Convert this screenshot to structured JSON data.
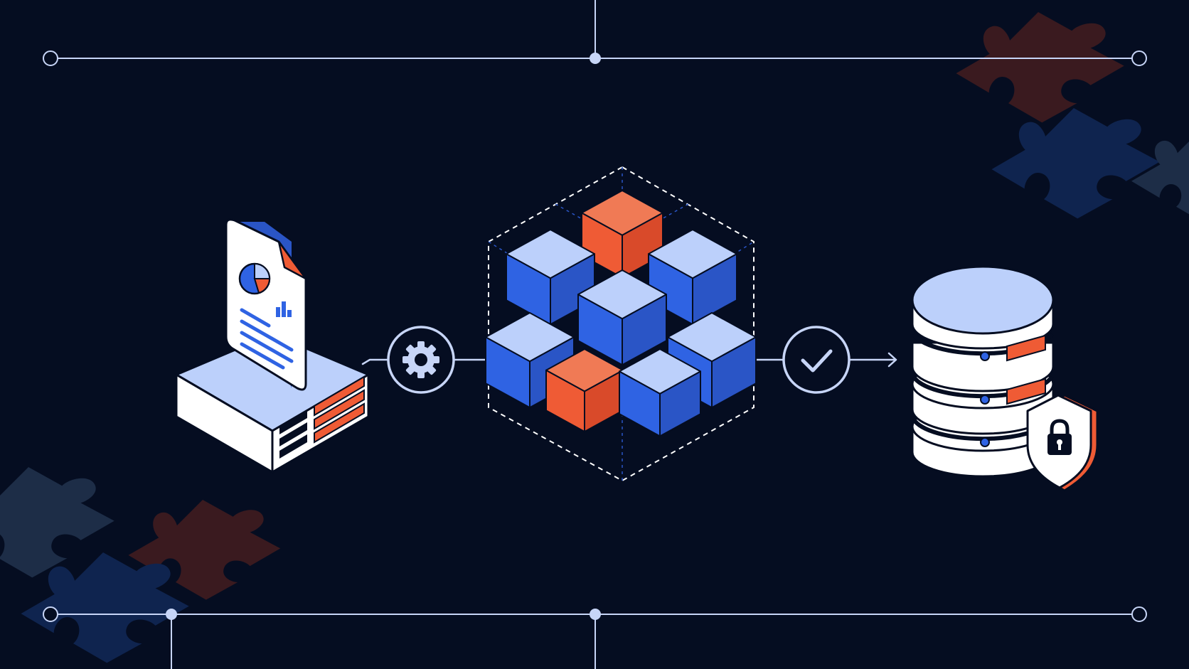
{
  "palette": {
    "background": "#050d21",
    "line": "#c7d5f7",
    "blue": "#2f63e3",
    "blue_light": "#bcd0fb",
    "blue_mid": "#2a55c6",
    "orange": "#ef5b35",
    "orange_light": "#f07a55",
    "white": "#ffffff",
    "puzzle_dark_red": "#3a1a1f",
    "puzzle_dark_blue": "#0f244f",
    "puzzle_slate": "#1d2d47"
  },
  "pipeline": {
    "stages": [
      {
        "id": "source",
        "icon": "report-document-on-server-icon"
      },
      {
        "id": "process",
        "icon": "gear-icon"
      },
      {
        "id": "transform",
        "icon": "cube-cluster-icon"
      },
      {
        "id": "validate",
        "icon": "checkmark-icon"
      },
      {
        "id": "store",
        "icon": "secure-database-icon"
      }
    ]
  },
  "decorations": {
    "puzzle_pieces": [
      "puzzle-piece-icon",
      "puzzle-piece-icon",
      "puzzle-piece-icon",
      "puzzle-piece-icon",
      "puzzle-piece-icon",
      "puzzle-piece-icon"
    ],
    "lock_icon": "padlock-icon",
    "shield_icon": "shield-icon"
  }
}
